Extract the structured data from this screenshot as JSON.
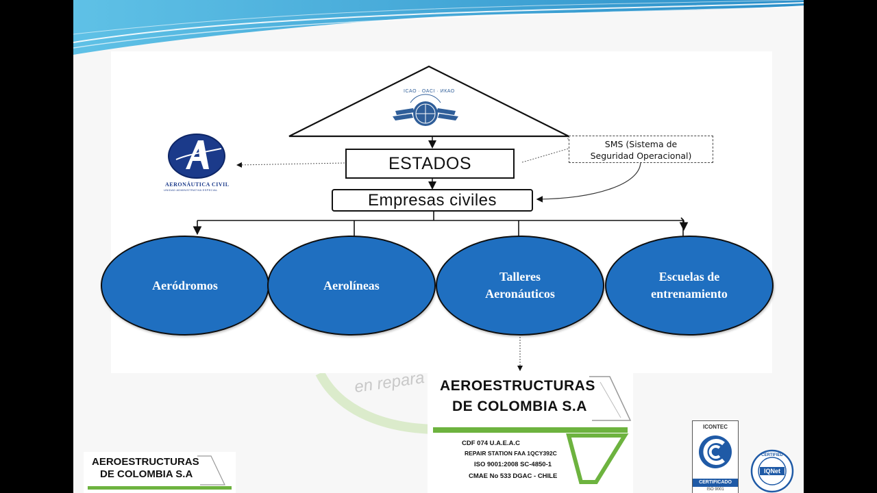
{
  "diagram": {
    "top_triangle_logo": {
      "ring_text": "ICAO · OACI · ИКАО"
    },
    "estados_label": "ESTADOS",
    "empresas_label": "Empresas civiles",
    "sms_label": [
      "SMS (Sistema de",
      "Seguridad Operacional)"
    ],
    "aerocivil_logo": {
      "title": "AERONÁUTICA CIVIL",
      "subtitle": "UNIDAD ADMINISTRATIVA ESPECIAL"
    },
    "ovals": [
      {
        "lines": [
          "Aeródromos"
        ]
      },
      {
        "lines": [
          "Aerolíneas"
        ]
      },
      {
        "lines": [
          "Talleres",
          "Aeronáuticos"
        ]
      },
      {
        "lines": [
          "Escuelas de",
          "entrenamiento"
        ]
      }
    ]
  },
  "company_logo_main": {
    "title_line1": "AEROESTRUCTURAS",
    "title_line2": "DE COLOMBIA S.A",
    "cert_lines": [
      "CDF 074 U.A.E.A.C",
      "REPAIR STATION FAA 1QCY392C",
      "ISO 9001:2008 SC-4850-1",
      "CMAE No 533 DGAC - CHILE"
    ]
  },
  "company_logo_small": {
    "title_line1": "AEROESTRUCTURAS",
    "title_line2": "DE COLOMBIA S.A"
  },
  "background_watermark": "en repara",
  "cert_badges": {
    "icontec_top": "ICONTEC",
    "icontec_bottom": "CERTIFICADO",
    "icontec_iso": "ISO 9001",
    "iqnet_top": "CERTIFIED",
    "iqnet_name": "IQNet"
  },
  "colors": {
    "oval_fill": "#1f6fc0",
    "accent_green": "#6db33f",
    "wave_blue": "#3ba3d6"
  }
}
